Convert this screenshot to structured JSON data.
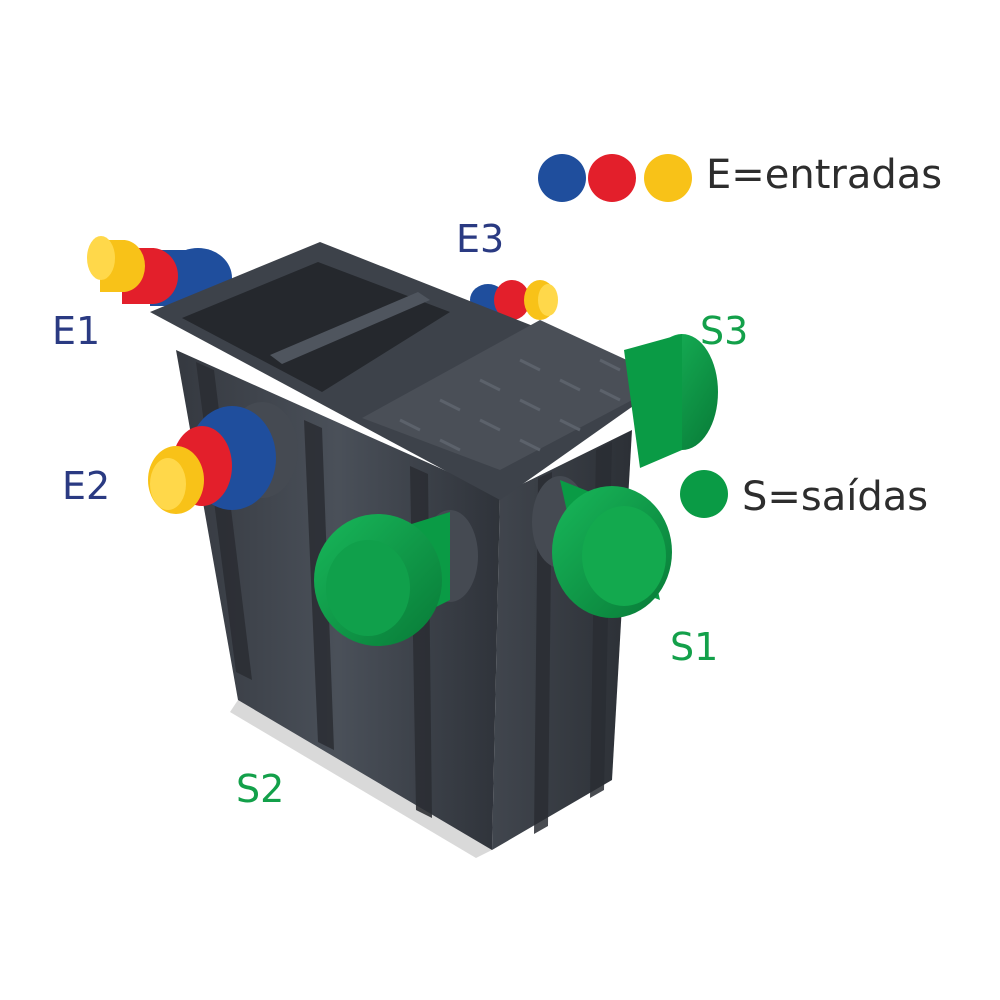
{
  "colors": {
    "blue": "#1f4e9d",
    "red": "#e31f2b",
    "yellow": "#f8c218",
    "green": "#0a9b45",
    "label_inlet": "#2a3a82",
    "label_outlet": "#13a04a",
    "body": "#3b4048"
  },
  "legend": {
    "inlets_text": "E=entradas",
    "outlets_text": "S=saídas"
  },
  "labels": {
    "e1": "E1",
    "e2": "E2",
    "e3": "E3",
    "s1": "S1",
    "s2": "S2",
    "s3": "S3"
  }
}
